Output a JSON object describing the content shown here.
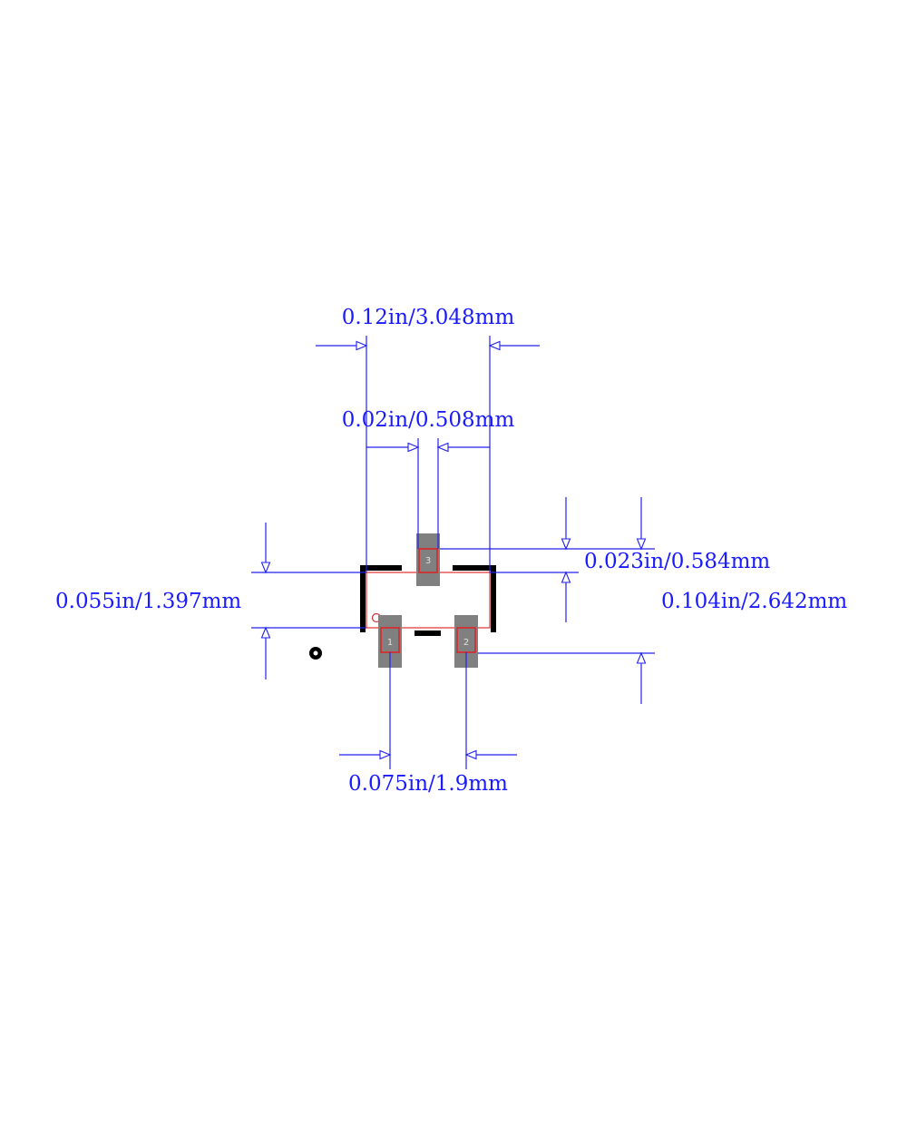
{
  "dimensions": {
    "overall_width": "0.12in/3.048mm",
    "pad_width": "0.02in/0.508mm",
    "pad_extension": "0.023in/0.584mm",
    "body_height": "0.055in/1.397mm",
    "overall_height": "0.104in/2.642mm",
    "pad_pitch": "0.075in/1.9mm"
  },
  "pads": {
    "pad1": "1",
    "pad2": "2",
    "pad3": "3"
  },
  "colors": {
    "dimension": "#2222ee",
    "silkscreen": "#000000",
    "pad": "#808080",
    "outline": "#e02020"
  }
}
